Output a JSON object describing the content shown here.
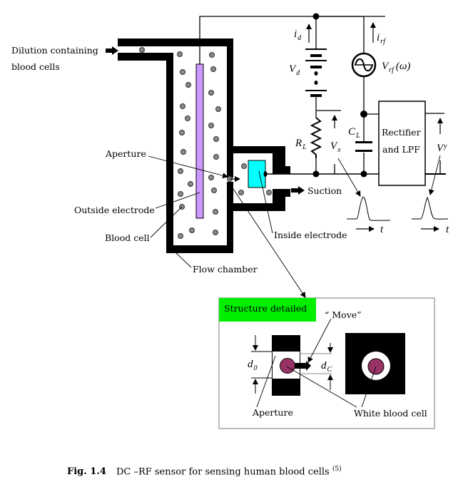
{
  "labels": {
    "dilution_line1": "Dilution containing",
    "dilution_line2": "blood cells",
    "aperture": "Aperture",
    "outside_electrode": "Outside electrode",
    "blood_cell": "Blood cell",
    "flow_chamber": "Flow chamber",
    "inside_electrode": "Inside electrode",
    "suction": "Suction",
    "rectifier_line1": "Rectifier",
    "rectifier_line2": "and LPF"
  },
  "symbols": {
    "id": {
      "main": "i",
      "sub": "d"
    },
    "irf": {
      "main": "i",
      "sub": "rf"
    },
    "vd": {
      "main": "V",
      "sub": "d"
    },
    "vrf": {
      "main": "V",
      "sub": "rf",
      "suffix": "(ω)"
    },
    "rl": {
      "main": "R",
      "sub": "L"
    },
    "cl": {
      "main": "C",
      "sub": "L"
    },
    "vx": {
      "main": "V",
      "sub": "x"
    },
    "vy": {
      "main": "V",
      "sub": "y"
    },
    "t1": "t",
    "t2": "t"
  },
  "detail": {
    "title": "Structure detailed",
    "move": "“ Move”",
    "d0": {
      "main": "d",
      "sub": "0"
    },
    "dc": {
      "main": "d",
      "sub": "C"
    },
    "aperture": "Aperture",
    "white_blood_cell": "White blood cell"
  },
  "caption": {
    "fig_number": "Fig. 1.4",
    "text": "DC –RF sensor for sensing human blood cells",
    "ref": "(5)"
  },
  "colors": {
    "electrode_outside": "#cc99ff",
    "electrode_inside": "#00ffff",
    "detail_header": "#00ee00",
    "white_blood_cell": "#993366",
    "blood_cell": "#888888"
  }
}
